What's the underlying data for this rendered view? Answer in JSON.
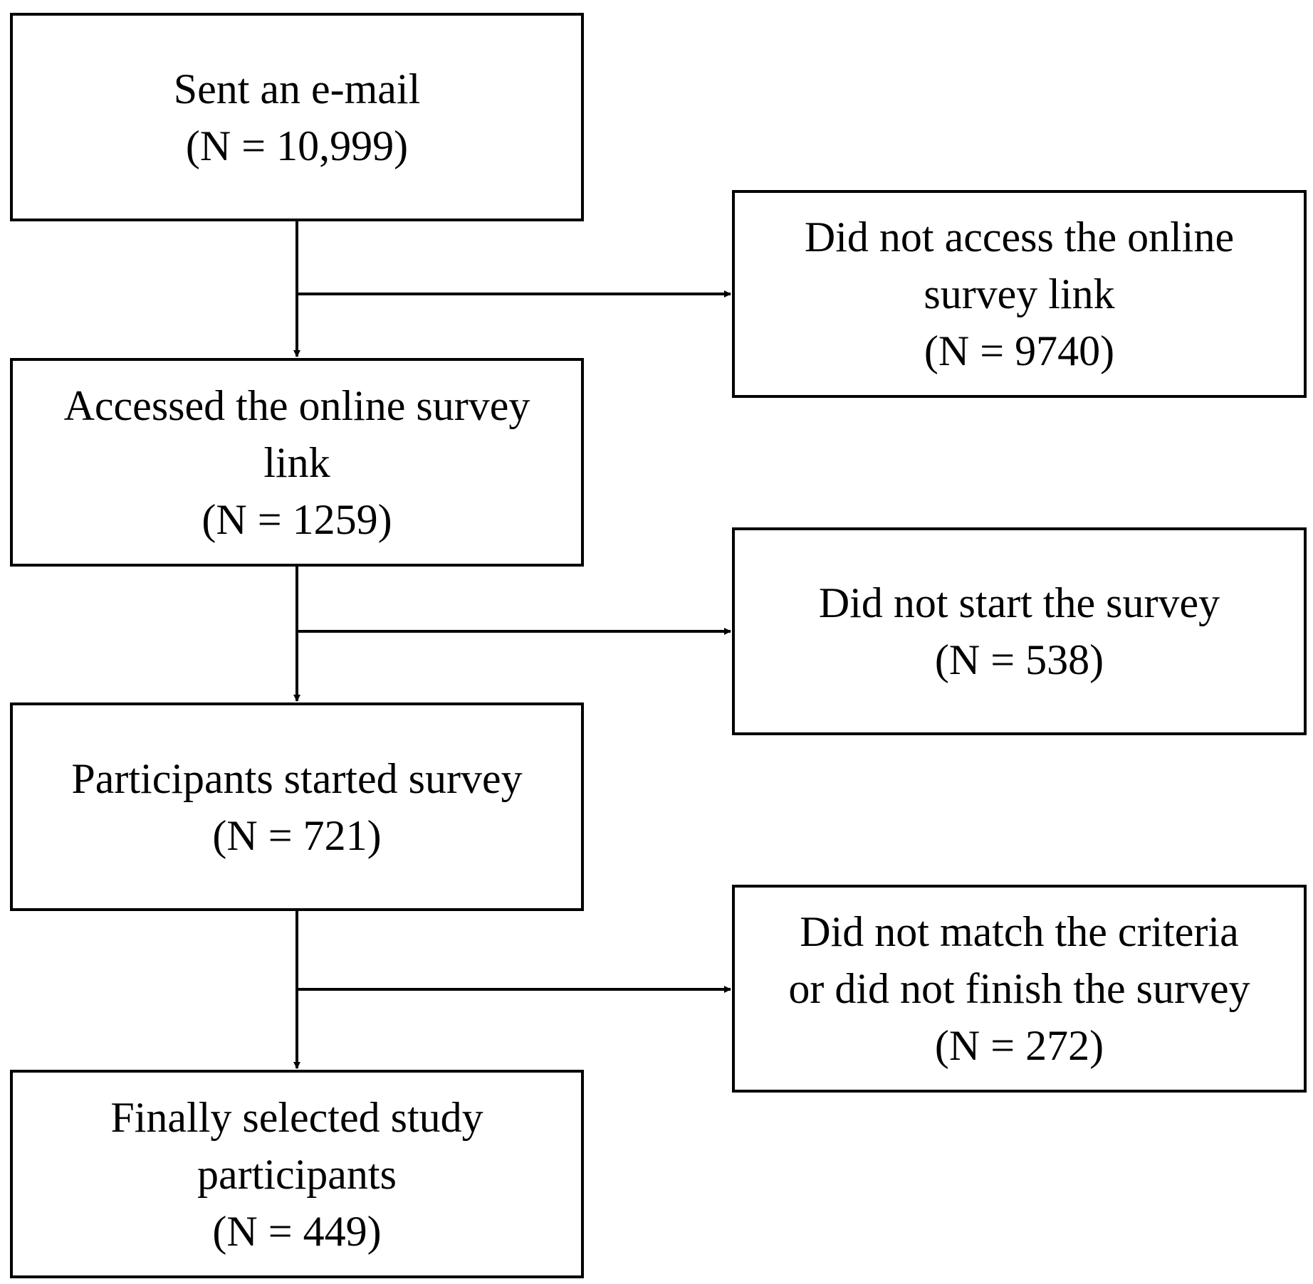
{
  "main_steps": [
    {
      "lines": [
        "Sent an e-mail",
        "(N = 10,999)"
      ]
    },
    {
      "lines": [
        "Accessed the online survey",
        "link",
        "(N = 1259)"
      ]
    },
    {
      "lines": [
        "Participants started survey",
        "(N = 721)"
      ]
    },
    {
      "lines": [
        "Finally selected study",
        "participants",
        "(N = 449)"
      ]
    }
  ],
  "exclusions": [
    {
      "lines": [
        "Did not access the online",
        "survey link",
        "(N = 9740)"
      ]
    },
    {
      "lines": [
        "Did not start the survey",
        "(N = 538)"
      ]
    },
    {
      "lines": [
        "Did not match the criteria",
        "or did not finish the survey",
        "(N = 272)"
      ]
    }
  ],
  "colors": {
    "line": "#000000",
    "background": "#ffffff"
  }
}
